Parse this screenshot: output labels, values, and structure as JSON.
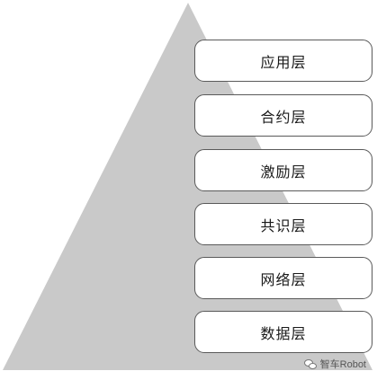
{
  "layers": [
    {
      "label": "应用层"
    },
    {
      "label": "合约层"
    },
    {
      "label": "激励层"
    },
    {
      "label": "共识层"
    },
    {
      "label": "网络层"
    },
    {
      "label": "数据层"
    }
  ],
  "colors": {
    "pyramid_fill": "#c9c9c9",
    "box_border": "#5a5a5a",
    "box_fill": "#ffffff"
  },
  "watermark": {
    "text": "智车Robot",
    "icon": "wechat-icon"
  }
}
